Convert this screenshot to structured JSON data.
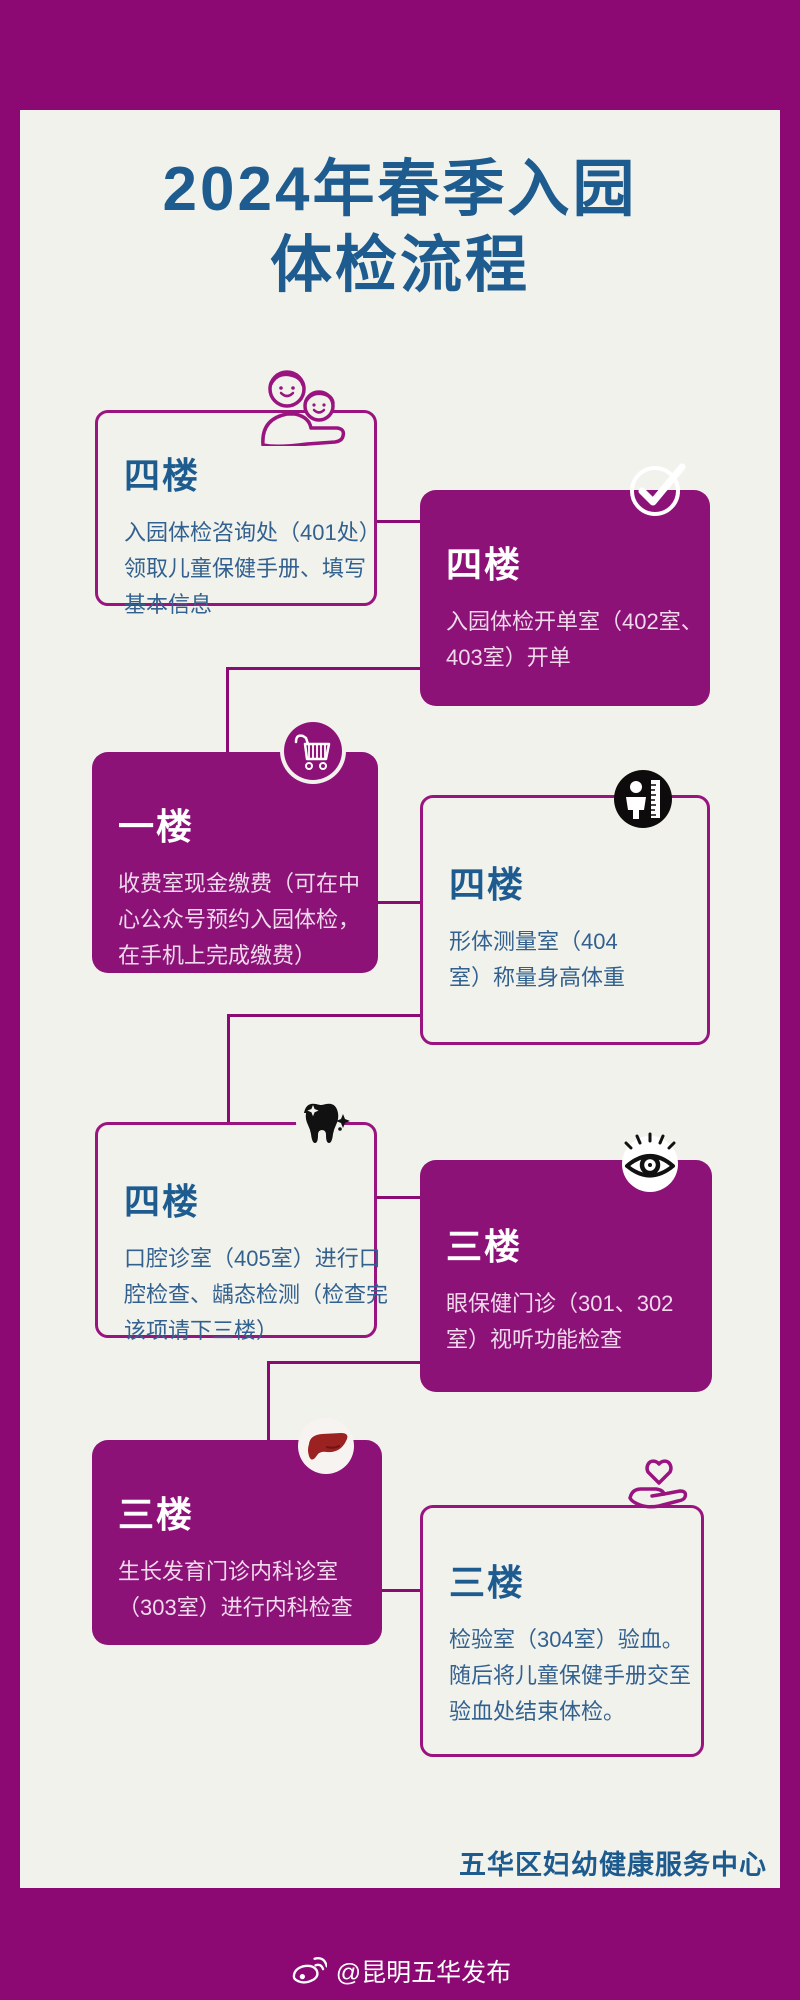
{
  "title_lines": [
    "2024年春季入园",
    "体检流程"
  ],
  "org": "五华区妇幼健康服务中心",
  "footer": {
    "handle": "@昆明五华发布",
    "icon": "weibo-icon"
  },
  "colors": {
    "background_magenta": "#8C0873",
    "panel_cream": "#F2F2EC",
    "card_fill_purple": "#8D1278",
    "outline_magenta": "#9A1480",
    "heading_blue": "#1E5C8F",
    "body_blue": "#33618F",
    "body_pink_on_purple": "#EFD9EB",
    "liver_red": "#9C2121"
  },
  "cards": [
    {
      "floor": "四楼",
      "style": "outline",
      "icon": "parents-child-icon",
      "body_lines": [
        "入园体检咨询处（401处）",
        "领取儿童保健手册、填写",
        "基本信息"
      ]
    },
    {
      "floor": "四楼",
      "style": "filled",
      "icon": "check-icon",
      "body_lines": [
        "入园体检开单室（402室、",
        "403室）开单"
      ]
    },
    {
      "floor": "一楼",
      "style": "filled",
      "icon": "cart-icon",
      "body_lines": [
        "收费室现金缴费（可在中",
        "心公众号预约入园体检，",
        "在手机上完成缴费）"
      ]
    },
    {
      "floor": "四楼",
      "style": "outline",
      "icon": "measure-icon",
      "body_lines": [
        "形体测量室（404",
        "室）称量身高体重"
      ]
    },
    {
      "floor": "四楼",
      "style": "outline",
      "icon": "tooth-icon",
      "body_lines": [
        "口腔诊室（405室）进行口",
        "腔检查、龋态检测（检查完",
        "该项请下三楼）"
      ]
    },
    {
      "floor": "三楼",
      "style": "filled",
      "icon": "eye-icon",
      "body_lines": [
        "眼保健门诊（301、302",
        "室）视听功能检查"
      ]
    },
    {
      "floor": "三楼",
      "style": "filled",
      "icon": "liver-icon",
      "body_lines": [
        "生长发育门诊内科诊室",
        "（303室）进行内科检查"
      ]
    },
    {
      "floor": "三楼",
      "style": "outline",
      "icon": "heart-hand-icon",
      "body_lines": [
        "检验室（304室）验血。",
        "随后将儿童保健手册交至",
        "验血处结束体检。"
      ]
    }
  ]
}
